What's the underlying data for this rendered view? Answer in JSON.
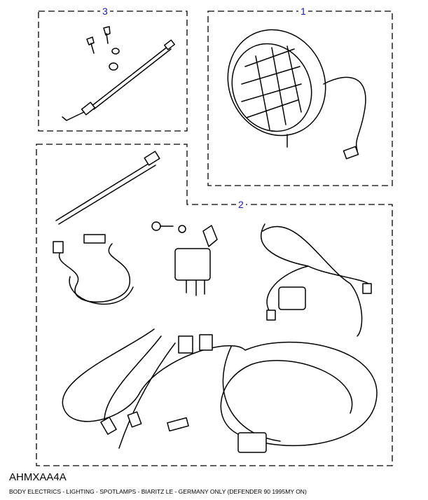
{
  "diagram": {
    "callouts": {
      "item1": "1",
      "item2": "2",
      "item3": "3"
    },
    "accent_color": "#1a1aa8"
  },
  "footer": {
    "illustration_code": "AHMXAA4A",
    "caption": "BODY ELECTRICS - LIGHTING - SPOTLAMPS - BIARITZ LE - GERMANY ONLY (DEFENDER 90 1995MY ON)"
  }
}
